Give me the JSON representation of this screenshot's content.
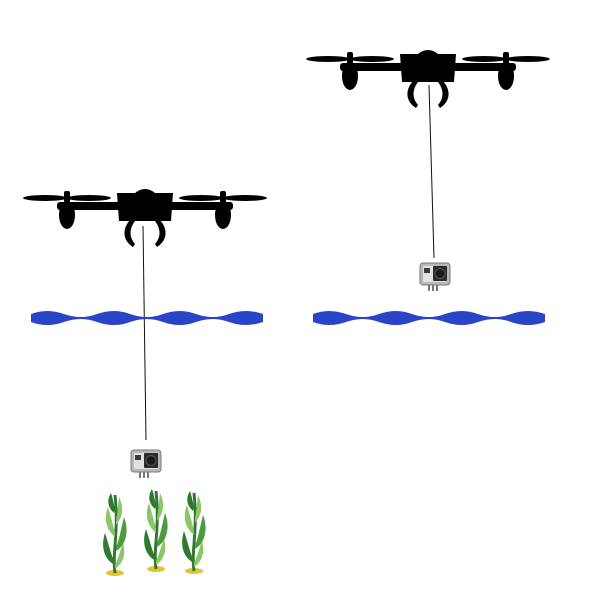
{
  "colors": {
    "background": "#ffffff",
    "drone": "#000000",
    "tether": "#111111",
    "water": "#2a44c8",
    "camera_body": "#b8b8b8",
    "camera_dark": "#2b2b2b",
    "seagrass_dark": "#2f7a2f",
    "seagrass_light": "#8cc56a",
    "sand": "#e3c233"
  },
  "scenes": [
    {
      "drone": "quadcopter-drone-icon",
      "camera": "action-camera-icon",
      "camera_position": "underwater-near-seagrass",
      "water": "wave-surface",
      "seagrass_plants": 3
    },
    {
      "drone": "quadcopter-drone-icon",
      "camera": "action-camera-icon",
      "camera_position": "above-water-surface",
      "water": "wave-surface",
      "seagrass_plants": 0
    }
  ]
}
